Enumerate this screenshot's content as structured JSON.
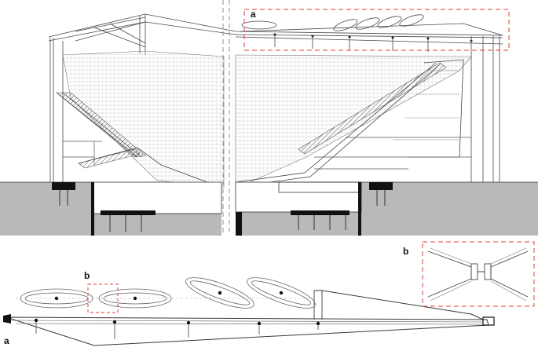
{
  "labels": {
    "a_top": "a",
    "b_mid": "b",
    "b_right": "b",
    "a_bottom": "a"
  },
  "colors": {
    "ground": "#b9b9b9",
    "line": "#4a4a4a",
    "callout": "#e0413a",
    "dark": "#111111"
  }
}
